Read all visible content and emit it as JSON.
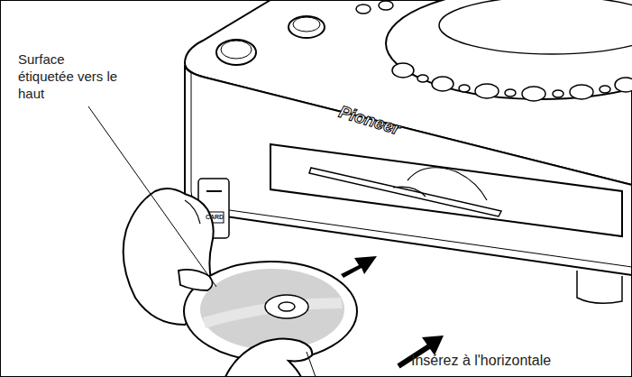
{
  "diagram": {
    "labels": [
      "Surface étiquetée vers le haut",
      "Pioneer",
      "CARD",
      "Insérez à l'horizontale"
    ]
  }
}
